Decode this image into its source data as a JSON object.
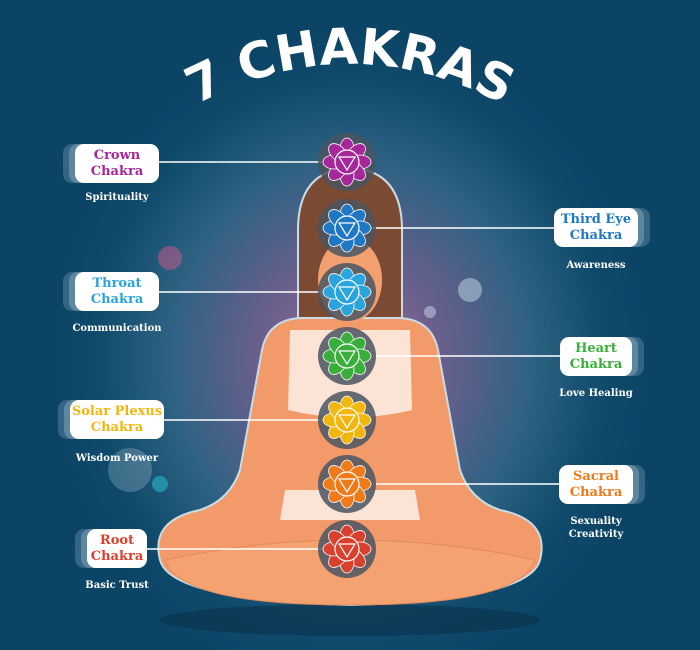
{
  "title": "7 CHAKRAS",
  "chakras": [
    {
      "name1": "Crown",
      "name2": "Chakra",
      "meaning": "Spirituality",
      "color": "#a6279a",
      "icon": "lotus-crown-icon"
    },
    {
      "name1": "Third Eye",
      "name2": "Chakra",
      "meaning": "Awareness",
      "color": "#1f78c4",
      "icon": "third-eye-icon"
    },
    {
      "name1": "Throat",
      "name2": "Chakra",
      "meaning": "Communication",
      "color": "#2aa4dc",
      "icon": "throat-lotus-icon"
    },
    {
      "name1": "Heart",
      "name2": "Chakra",
      "meaning": "Love Healing",
      "color": "#3aae3a",
      "icon": "heart-lotus-icon"
    },
    {
      "name1": "Solar Plexus",
      "name2": "Chakra",
      "meaning": "Wisdom Power",
      "color": "#f2b70f",
      "icon": "solar-lotus-icon"
    },
    {
      "name1": "Sacral",
      "name2": "Chakra",
      "meaning": "Sexuality Creativity",
      "meaning1": "Sexuality",
      "meaning2": "Creativity",
      "color": "#f07a1a",
      "icon": "sacral-lotus-icon"
    },
    {
      "name1": "Root",
      "name2": "Chakra",
      "meaning": "Basic Trust",
      "color": "#d9402e",
      "icon": "root-lotus-icon"
    }
  ]
}
